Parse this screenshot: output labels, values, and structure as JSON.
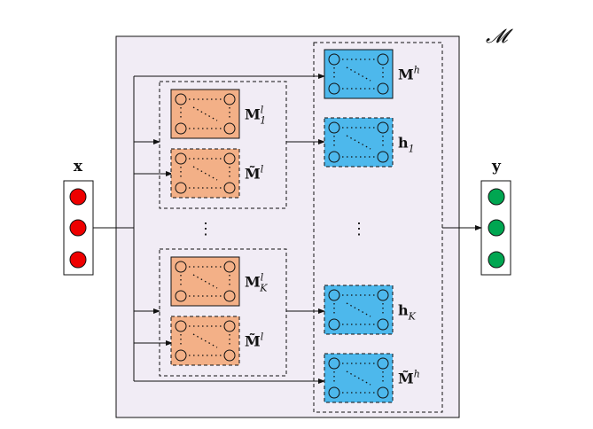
{
  "diagram": {
    "model_label": "𝓜",
    "input": {
      "label": "x",
      "nodes": 3,
      "node_color": "#ee0000"
    },
    "output": {
      "label": "y",
      "nodes": 3,
      "node_color": "#00a651"
    },
    "colors": {
      "outer_box_fill": "#f1ecf5",
      "low_block_fill": "#f3b087",
      "high_block_fill": "#4db8ec",
      "line": "#111111"
    },
    "low_groups": [
      {
        "top_label": {
          "base": "M",
          "sup": "l",
          "sub": "1"
        },
        "bottom_label": {
          "base": "M̃",
          "sup": "l",
          "sub": ""
        }
      },
      {
        "top_label": {
          "base": "M",
          "sup": "l",
          "sub": "K"
        },
        "bottom_label": {
          "base": "M̃",
          "sup": "l",
          "sub": ""
        }
      }
    ],
    "high_blocks": [
      {
        "base": "M",
        "sup": "h",
        "sub": ""
      },
      {
        "base": "h",
        "sup": "",
        "sub": "1"
      },
      {
        "base": "h",
        "sup": "",
        "sub": "K"
      },
      {
        "base": "M̃",
        "sup": "h",
        "sub": ""
      }
    ],
    "ellipsis_low": "⋮",
    "ellipsis_high": "⋮"
  }
}
